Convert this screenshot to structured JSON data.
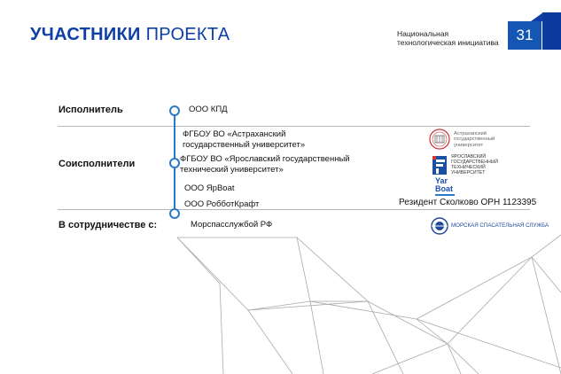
{
  "header": {
    "title_bold": "УЧАСТНИКИ",
    "title_rest": "ПРОЕКТА",
    "nti_line1": "Национальная",
    "nti_line2": "технологическая инициатива",
    "page_number": "31"
  },
  "roles": {
    "executor": "Исполнитель",
    "co_executors": "Соисполнители",
    "cooperation": "В сотрудничестве с:"
  },
  "orgs": {
    "kpd": "ООО КПД",
    "astu_line1": "ФГБОУ ВО «Астраханский",
    "astu_line2": "государственный университет»",
    "ystu_line1": "ФГБОУ ВО «Ярославский  государственный",
    "ystu_line2": "технический  университет»",
    "yarboat": "ООО ЯрBoat",
    "robbot": "ООО РобботКрафт",
    "morspas": "Морспасслужбой РФ"
  },
  "resident": "Резидент Сколково ОРН 1123395",
  "logos": {
    "astu_l1": "Астраханский",
    "astu_l2": "государственный",
    "astu_l3": "университет",
    "ystu_l1": "ЯРОСЛАВСКИЙ",
    "ystu_l2": "ГОСУДАРСТВЕННЫЙ",
    "ystu_l3": "ТЕХНИЧЕСКИЙ",
    "ystu_l4": "УНИВЕРСИТЕТ",
    "yarboat_l1": "Yar",
    "yarboat_l2": "Boat",
    "morspas_text": "МОРСКАЯ СПАСАТЕЛЬНАЯ СЛУЖБА"
  },
  "colors": {
    "brand_blue": "#0d3fa6",
    "timeline_blue": "#2a79c9"
  }
}
